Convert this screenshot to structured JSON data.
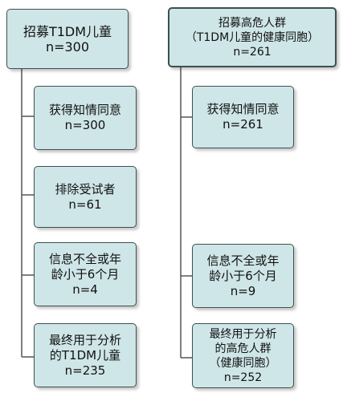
{
  "left": {
    "header": [
      "招募T1DM儿童",
      "n=300"
    ],
    "steps": [
      [
        "获得知情同意",
        "n=300"
      ],
      [
        "排除受试者",
        "n=61"
      ],
      [
        "信息不全或年",
        "龄小于6个月",
        "n=4"
      ],
      [
        "最终用于分析",
        "的T1DM儿童",
        "n=235"
      ]
    ]
  },
  "right": {
    "header": [
      "招募高危人群",
      "（T1DM儿童的健康同胞）",
      "n=261"
    ],
    "steps": [
      [
        "获得知情同意",
        "n=261"
      ],
      [
        "信息不全或年",
        "龄小于6个月",
        "n=9"
      ],
      [
        "最终用于分析",
        "的高危人群",
        "（健康同胞）",
        "n=252"
      ]
    ]
  },
  "colors": {
    "box_fill": "#cfe6e8",
    "border": "#3e4f50",
    "line": "#555555"
  }
}
